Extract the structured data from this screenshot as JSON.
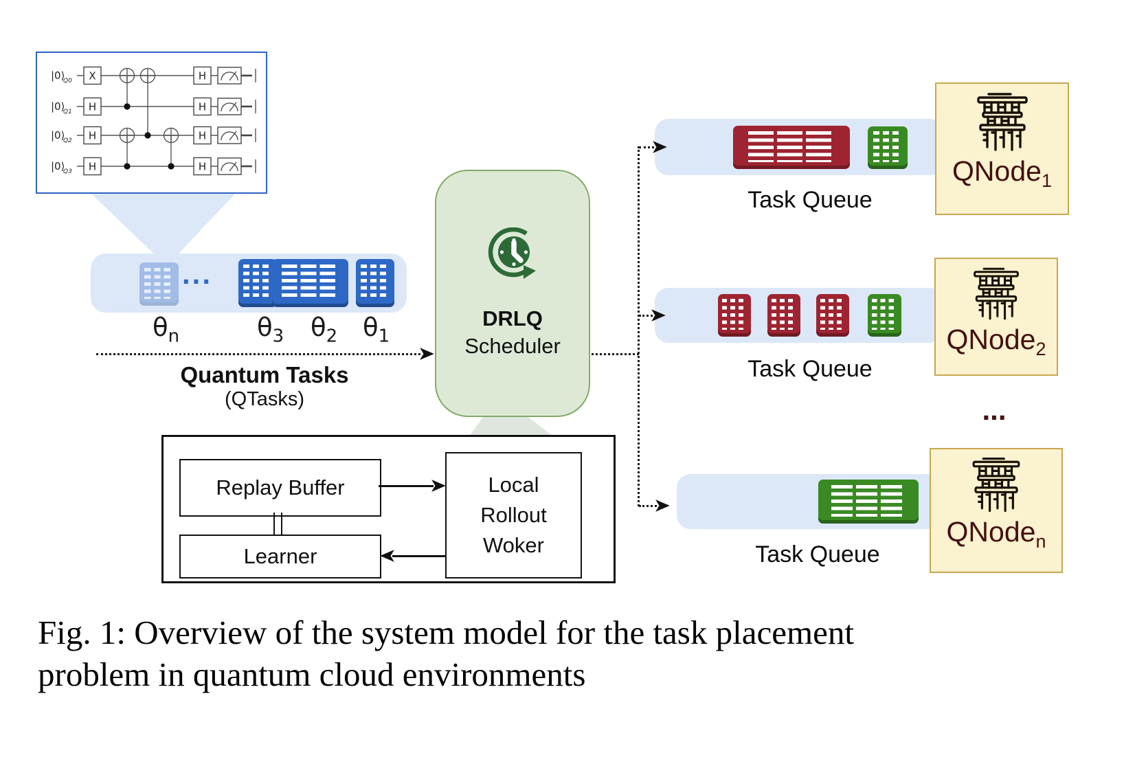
{
  "colors": {
    "task_blue": "#2d68c6",
    "task_red": "#9e2431",
    "task_green": "#3a8a24",
    "panel_blue": "#dce7f8",
    "sched_bg": "#dde9d5",
    "sched_border": "#83ab69",
    "clock_green": "#2d6a37",
    "qnode_bg": "#fbf2cf",
    "qnode_border": "#c7a74f",
    "qnode_text": "#451010",
    "circuit_border": "#2f62c4"
  },
  "circuit": {
    "kets": [
      {
        "ket": "|0⟩",
        "sub": "Q0"
      },
      {
        "ket": "|0⟩",
        "sub": "Q1"
      },
      {
        "ket": "|0⟩",
        "sub": "Q2"
      },
      {
        "ket": "|0⟩",
        "sub": "Q3"
      }
    ],
    "init_gates": [
      "X",
      "H",
      "H",
      "H"
    ],
    "h_gate": "H"
  },
  "tasks": {
    "dots": "...",
    "items": [
      {
        "base": "θ",
        "sub": "n"
      },
      {
        "base": "θ",
        "sub": "3"
      },
      {
        "base": "θ",
        "sub": "2"
      },
      {
        "base": "θ",
        "sub": "1"
      }
    ],
    "title": "Quantum Tasks",
    "subtitle": "(QTasks)"
  },
  "scheduler": {
    "line1": "DRLQ",
    "line2": "Scheduler"
  },
  "queues": [
    {
      "label": "Task Queue"
    },
    {
      "label": "Task Queue"
    },
    {
      "label": "Task Queue"
    }
  ],
  "qnodes": {
    "items": [
      {
        "name": "QNode",
        "sub": "1"
      },
      {
        "name": "QNode",
        "sub": "2"
      },
      {
        "name": "QNode",
        "sub": "n"
      }
    ],
    "ellipsis": "..."
  },
  "training": {
    "replay_buffer": "Replay Buffer",
    "learner": "Learner",
    "worker_lines": [
      "Local",
      "Rollout",
      "Woker"
    ]
  },
  "caption": {
    "line1": "Fig. 1: Overview of the system model for the task placement",
    "line2": "problem in quantum cloud environments"
  }
}
